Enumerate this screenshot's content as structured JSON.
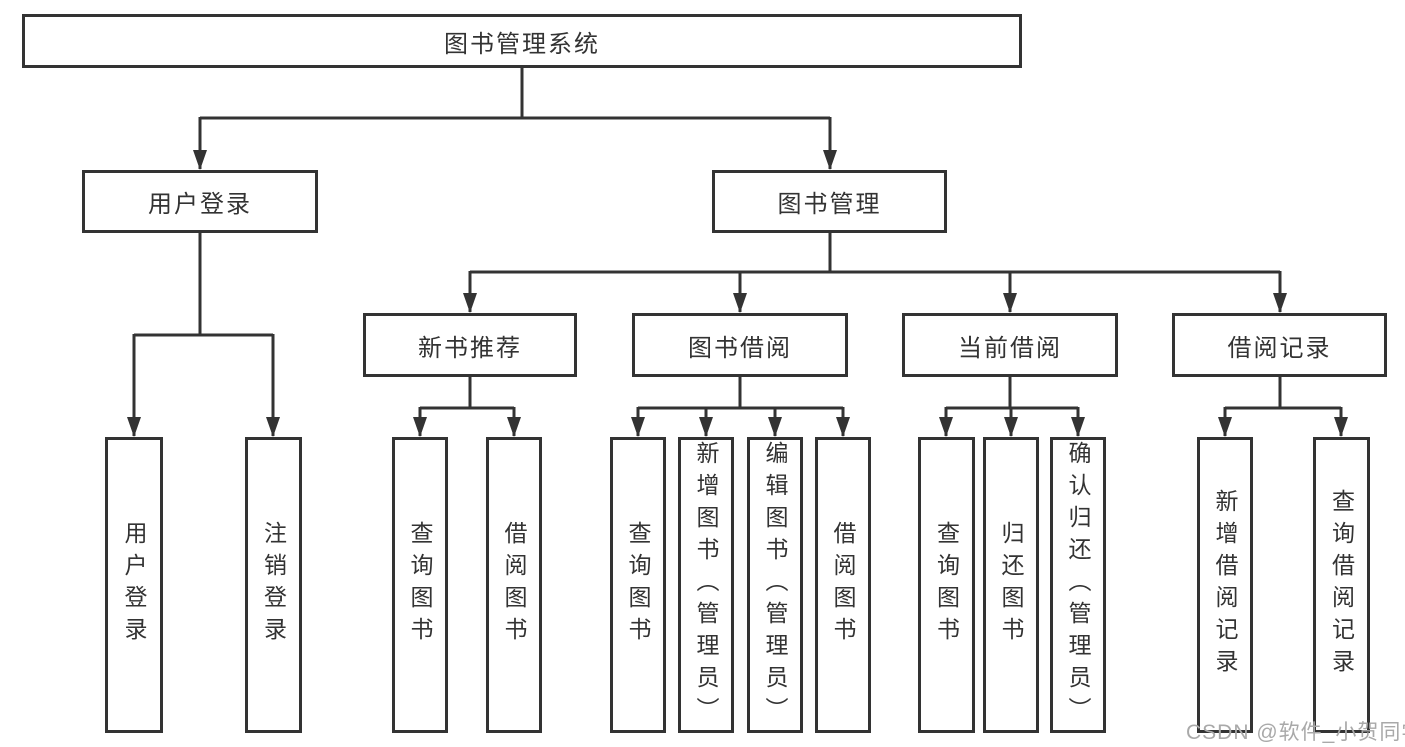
{
  "tree": {
    "root": {
      "label": "图书管理系统"
    },
    "children": [
      {
        "label": "用户登录",
        "children": [
          {
            "label": "用户登录"
          },
          {
            "label": "注销登录"
          }
        ]
      },
      {
        "label": "图书管理",
        "children": [
          {
            "label": "新书推荐",
            "children": [
              {
                "label": "查询图书"
              },
              {
                "label": "借阅图书"
              }
            ]
          },
          {
            "label": "图书借阅",
            "children": [
              {
                "label": "查询图书"
              },
              {
                "label": "新增图书（管理员）"
              },
              {
                "label": "编辑图书（管理员）"
              },
              {
                "label": "借阅图书"
              }
            ]
          },
          {
            "label": "当前借阅",
            "children": [
              {
                "label": "查询图书"
              },
              {
                "label": "归还图书"
              },
              {
                "label": "确认归还（管理员）"
              }
            ]
          },
          {
            "label": "借阅记录",
            "children": [
              {
                "label": "新增借阅记录"
              },
              {
                "label": "查询借阅记录"
              }
            ]
          }
        ]
      }
    ]
  },
  "watermark": {
    "text": "CSDN @软件_小贺同学",
    "color": "#a9a9a9"
  },
  "colors": {
    "line": "#333333",
    "box_border": "#333333",
    "box_background": "#ffffff",
    "text": "#333333",
    "page_background": "#ffffff"
  }
}
